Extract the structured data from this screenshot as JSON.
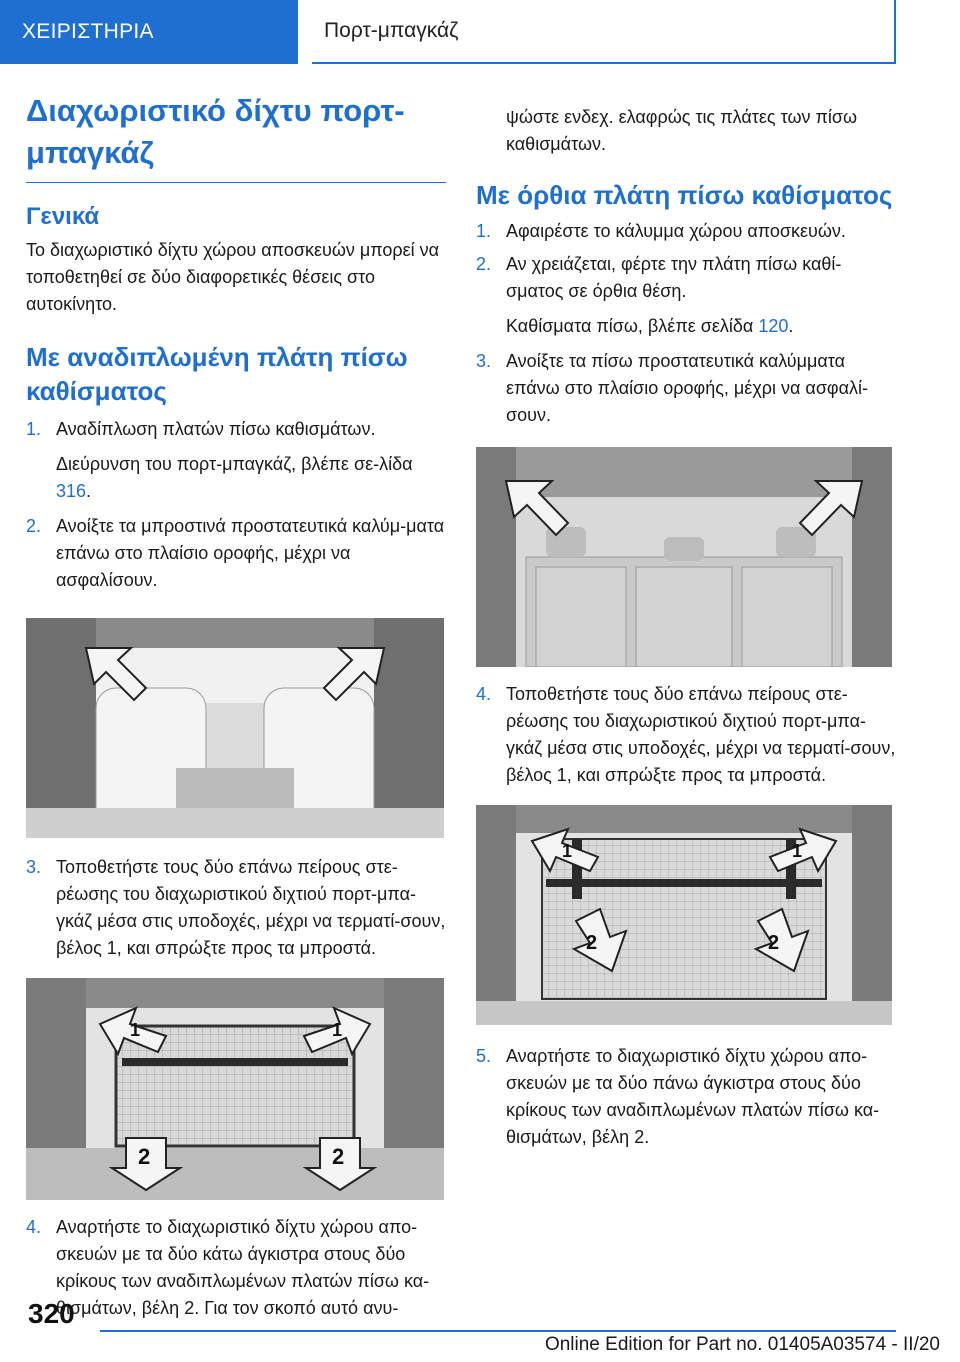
{
  "header": {
    "section": "ΧΕΙΡΙΣΤΗΡΙΑ",
    "chapter": "Πορτ-μπαγκάζ"
  },
  "left": {
    "title": "Διαχωριστικό δίχτυ πορτ-μπαγκάζ",
    "general_heading": "Γενικά",
    "general_text": "Το διαχωριστικό δίχτυ χώρου αποσκευών μπορεί να τοποθετηθεί σε δύο διαφορετικές θέσεις στο αυτοκίνητο.",
    "folded_heading": "Με αναδιπλωμένη πλάτη πίσω καθίσματος",
    "step1_num": "1.",
    "step1_text": "Αναδίπλωση πλατών πίσω καθισμάτων.",
    "step1_sub_text": "Διεύρυνση του πορτ-μπαγκάζ, βλέπε σε-λίδα",
    "step1_sub_link": "316",
    "step2_num": "2.",
    "step2_text": "Ανοίξτε τα μπροστινά προστατευτικά καλύμ-ματα επάνω στο πλαίσιο οροφής, μέχρι να ασφαλίσουν.",
    "step3_num": "3.",
    "step3_text": "Τοποθετήστε τους δύο επάνω πείρους στε-ρέωσης του διαχωριστικού διχτιού πορτ-μπα-γκάζ μέσα στις υποδοχές, μέχρι να τερματί-σουν, βέλος 1, και σπρώξτε προς τα μπροστά.",
    "step4_num": "4.",
    "step4_text": "Αναρτήστε το διαχωριστικό δίχτυ χώρου απο-σκευών με τα δύο κάτω άγκιστρα στους δύο κρίκους των αναδιπλωμένων πλατών πίσω κα-θισμάτων, βέλη 2. Για τον σκοπό αυτό ανυ-"
  },
  "right": {
    "cont_text": "ψώστε ενδεχ. ελαφρώς τις πλάτες των πίσω καθισμάτων.",
    "upright_heading": "Με όρθια πλάτη πίσω καθίσματος",
    "step1_num": "1.",
    "step1_text": "Αφαιρέστε το κάλυμμα χώρου αποσκευών.",
    "step2_num": "2.",
    "step2_text": "Αν χρειάζεται, φέρτε την πλάτη πίσω καθί-σματος σε όρθια θέση.",
    "step2_sub_text": "Καθίσματα πίσω, βλέπε σελίδα",
    "step2_sub_link": "120",
    "step3_num": "3.",
    "step3_text": "Ανοίξτε τα πίσω προστατευτικά καλύμματα επάνω στο πλαίσιο οροφής, μέχρι να ασφαλί-σουν.",
    "step4_num": "4.",
    "step4_text": "Τοποθετήστε τους δύο επάνω πείρους στε-ρέωσης του διαχωριστικού διχτιού πορτ-μπα-γκάζ μέσα στις υποδοχές, μέχρι να τερματί-σουν, βέλος 1, και σπρώξτε προς τα μπροστά.",
    "step5_num": "5.",
    "step5_text": "Αναρτήστε το διαχωριστικό δίχτυ χώρου απο-σκευών με τα δύο πάνω άγκιστρα στους δύο κρίκους των αναδιπλωμένων πλατών πίσω κα-θισμάτων, βέλη 2."
  },
  "figures": {
    "arrow1": "1",
    "arrow2": "2"
  },
  "footer": {
    "page": "320",
    "edition": "Online Edition for Part no. 01405A03574 - II/20"
  },
  "colors": {
    "accent": "#1f6fd0"
  }
}
